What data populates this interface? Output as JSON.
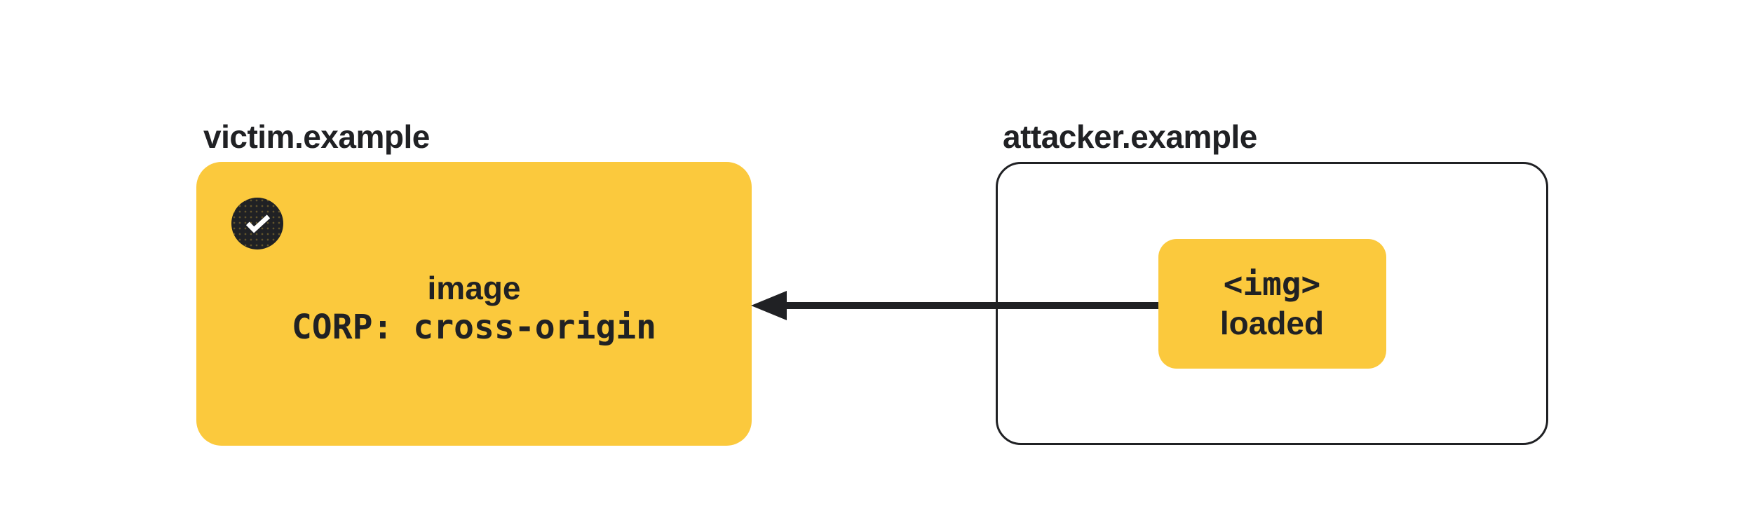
{
  "victim": {
    "title": "victim.example",
    "box": {
      "status_icon": "check-icon",
      "resource_label": "image",
      "policy_label": "CORP: cross-origin"
    }
  },
  "attacker": {
    "title": "attacker.example",
    "embed": {
      "tag_label": "<img>",
      "status_label": "loaded"
    }
  },
  "arrow": {
    "direction": "left"
  },
  "colors": {
    "yellow": "#FBC93D",
    "ink": "#202124"
  }
}
